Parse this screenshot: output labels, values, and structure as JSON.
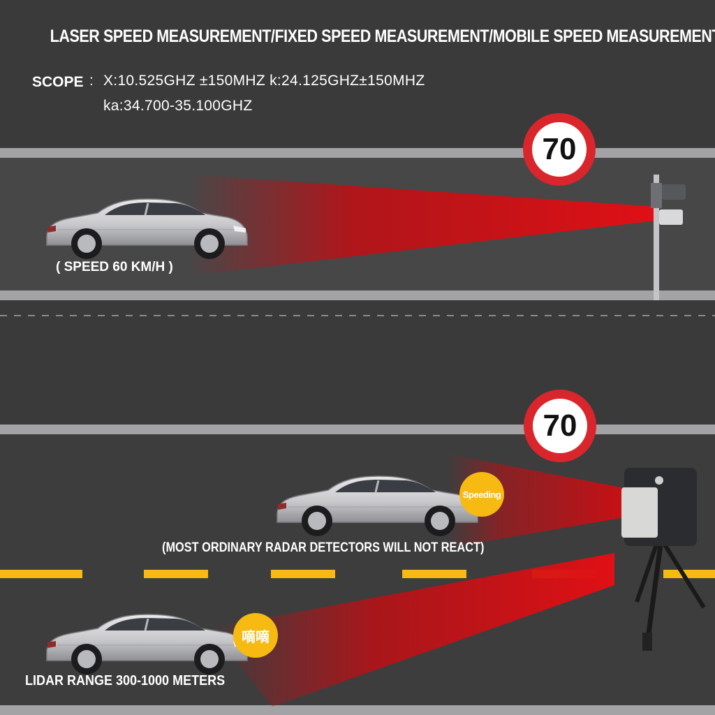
{
  "headline": "LASER SPEED MEASUREMENT/FIXED SPEED MEASUREMENT/MOBILE SPEED MEASUREMENT",
  "scope": {
    "label": "SCOPE",
    "colon": ":",
    "line1": "X:10.525GHZ ±150MHZ   k:24.125GHZ±150MHZ",
    "line2": "ka:34.700-35.100GHZ"
  },
  "top_scene": {
    "speed_sign": "70",
    "car_caption": "( SPEED 60 KM/H  )"
  },
  "bottom_scene": {
    "speed_sign": "70",
    "speeding_badge": "Speeding",
    "radar_caption": "(MOST ORDINARY RADAR DETECTORS WILL NOT REACT)",
    "beep_badge": "嘀嘀",
    "lidar_caption": "LIDAR RANGE 300-1000 METERS"
  },
  "colors": {
    "road": "#3a3a3b",
    "lane_line": "#a3a3a5",
    "yellow_dash": "#f6ba13",
    "beam": "#d10d12",
    "sign_ring": "#d8262c"
  },
  "icons": [
    "car-icon",
    "speed-camera-icon",
    "mobile-radar-icon",
    "tripod-icon"
  ]
}
